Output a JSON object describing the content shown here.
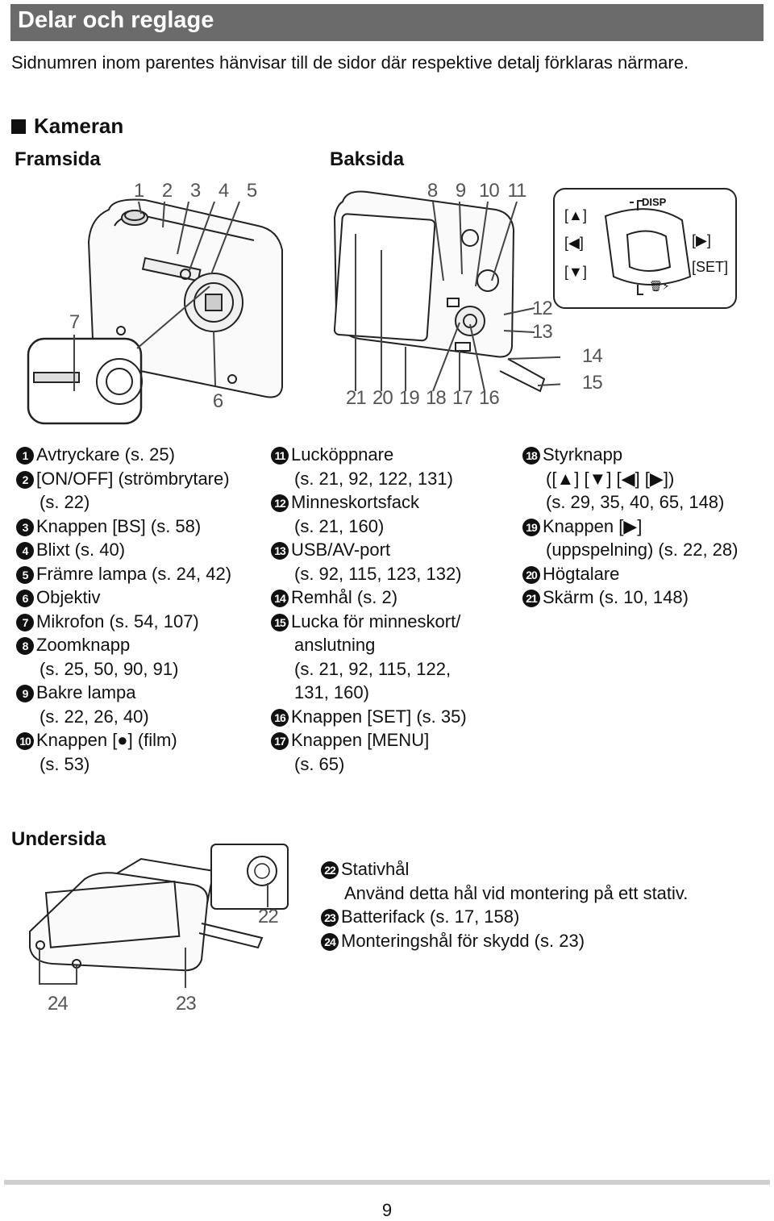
{
  "header": {
    "title": "Delar och reglage"
  },
  "intro": "Sidnumren inom parentes hänvisar till de sidor där respektive detalj förklaras närmare.",
  "section": {
    "title": "Kameran"
  },
  "views": {
    "front": "Framsida",
    "back": "Baksida",
    "bottom": "Undersida"
  },
  "callouts": {
    "n1": "1",
    "n2": "2",
    "n3": "3",
    "n4": "4",
    "n5": "5",
    "n6": "6",
    "n7": "7",
    "n8": "8",
    "n9": "9",
    "n10": "10",
    "n11": "11",
    "n12": "12",
    "n13": "13",
    "n14": "14",
    "n15": "15",
    "n16": "16",
    "n17": "17",
    "n18": "18",
    "n19": "19",
    "n20": "20",
    "n21": "21",
    "n22": "22",
    "n23": "23",
    "n24": "24"
  },
  "dpad": {
    "up": "[▲]",
    "left": "[◀]",
    "down": "[▼]",
    "right": "[▶]",
    "set": "[SET]",
    "disp": "DISP"
  },
  "col1": [
    {
      "num": "1",
      "lines": [
        "Avtryckare (s. 25)"
      ]
    },
    {
      "num": "2",
      "lines": [
        "[ON/OFF] (strömbrytare)",
        "(s. 22)"
      ]
    },
    {
      "num": "3",
      "lines": [
        "Knappen [BS] (s. 58)"
      ]
    },
    {
      "num": "4",
      "lines": [
        "Blixt (s. 40)"
      ]
    },
    {
      "num": "5",
      "lines": [
        "Främre lampa (s. 24, 42)"
      ]
    },
    {
      "num": "6",
      "lines": [
        "Objektiv"
      ]
    },
    {
      "num": "7",
      "lines": [
        "Mikrofon (s. 54, 107)"
      ]
    },
    {
      "num": "8",
      "lines": [
        "Zoomknapp",
        "(s. 25, 50, 90, 91)"
      ]
    },
    {
      "num": "9",
      "lines": [
        "Bakre lampa",
        "(s. 22, 26, 40)"
      ]
    },
    {
      "num": "10",
      "lines": [
        "Knappen [●] (film)",
        "(s. 53)"
      ]
    }
  ],
  "col2": [
    {
      "num": "11",
      "lines": [
        "Lucköppnare",
        "(s. 21, 92, 122, 131)"
      ]
    },
    {
      "num": "12",
      "lines": [
        "Minneskortsfack",
        "(s. 21, 160)"
      ]
    },
    {
      "num": "13",
      "lines": [
        "USB/AV-port",
        "(s. 92, 115, 123, 132)"
      ]
    },
    {
      "num": "14",
      "lines": [
        "Remhål (s. 2)"
      ]
    },
    {
      "num": "15",
      "lines": [
        "Lucka för minneskort/",
        "anslutning",
        "(s. 21, 92, 115, 122,",
        "131, 160)"
      ]
    },
    {
      "num": "16",
      "lines": [
        "Knappen [SET] (s. 35)"
      ]
    },
    {
      "num": "17",
      "lines": [
        "Knappen [MENU]",
        "(s. 65)"
      ]
    }
  ],
  "col3": [
    {
      "num": "18",
      "lines": [
        "Styrknapp",
        "([▲] [▼] [◀] [▶])",
        "(s. 29, 35, 40, 65, 148)"
      ]
    },
    {
      "num": "19",
      "lines": [
        "Knappen [▶]",
        "(uppspelning) (s. 22, 28)"
      ]
    },
    {
      "num": "20",
      "lines": [
        "Högtalare"
      ]
    },
    {
      "num": "21",
      "lines": [
        "Skärm (s. 10, 148)"
      ]
    }
  ],
  "bottom_items": [
    {
      "num": "22",
      "lines": [
        "Stativhål",
        "Använd detta hål vid montering på ett stativ."
      ]
    },
    {
      "num": "23",
      "lines": [
        "Batterifack (s. 17, 158)"
      ]
    },
    {
      "num": "24",
      "lines": [
        "Monteringshål för skydd (s. 23)"
      ]
    }
  ],
  "footer": {
    "page": "9"
  }
}
